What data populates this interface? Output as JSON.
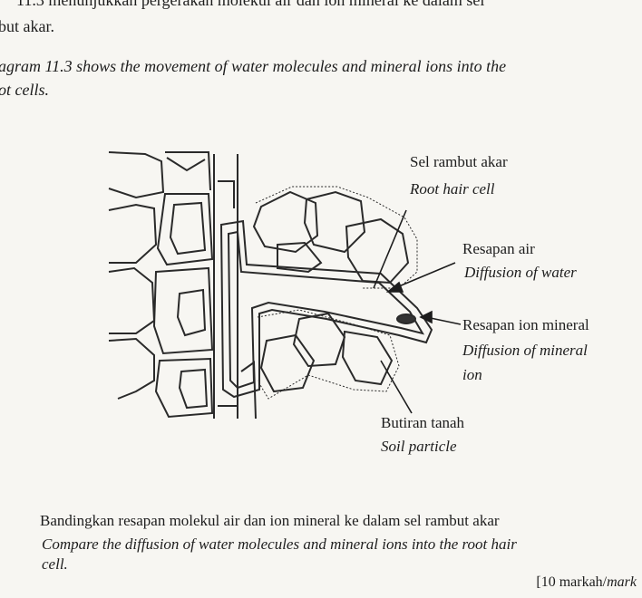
{
  "intro": {
    "ms_line1": "11.3 menunjukkan pergerakan molekul air dan ion mineral ke dalam sel",
    "ms_line2": "but akar.",
    "en_line1": "agram 11.3 shows the movement of water molecules and mineral ions into the",
    "en_line2": "ot cells."
  },
  "diagram": {
    "root_hair_cell_ms": "Sel rambut akar",
    "root_hair_cell_en": "Root hair cell",
    "diffusion_water_ms": "Resapan air",
    "diffusion_water_en": "Diffusion of water",
    "diffusion_mineral_ms": "Resapan ion mineral",
    "diffusion_mineral_en_1": "Diffusion of mineral",
    "diffusion_mineral_en_2": "ion",
    "soil_particle_ms": "Butiran tanah",
    "soil_particle_en": "Soil particle"
  },
  "question": {
    "ms": "Bandingkan resapan molekul air dan ion mineral ke dalam sel rambut akar",
    "en_line1": "Compare the diffusion of water molecules and mineral ions into the root hair",
    "en_line2": "cell.",
    "marks_ms": "[10 markah/",
    "marks_en": "mark"
  }
}
